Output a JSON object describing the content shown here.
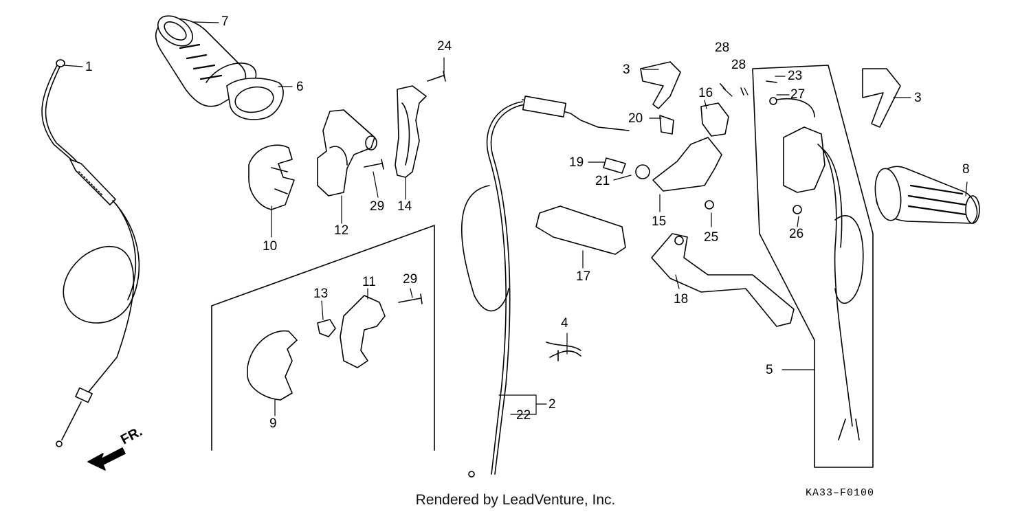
{
  "footer": {
    "rendered_by": "Rendered by LeadVenture, Inc."
  },
  "diagram": {
    "code": "KA33–F0100",
    "direction_label": "FR."
  },
  "callouts": {
    "c1": "1",
    "c2": "2",
    "c3a": "3",
    "c3b": "3",
    "c4": "4",
    "c5": "5",
    "c6": "6",
    "c7": "7",
    "c8": "8",
    "c9": "9",
    "c10": "10",
    "c11": "11",
    "c12": "12",
    "c13": "13",
    "c14": "14",
    "c15": "15",
    "c16": "16",
    "c17": "17",
    "c18": "18",
    "c19": "19",
    "c20": "20",
    "c21": "21",
    "c22": "22",
    "c23": "23",
    "c24": "24",
    "c25": "25",
    "c26": "26",
    "c27": "27",
    "c28a": "28",
    "c28b": "28",
    "c29a": "29",
    "c29b": "29"
  }
}
